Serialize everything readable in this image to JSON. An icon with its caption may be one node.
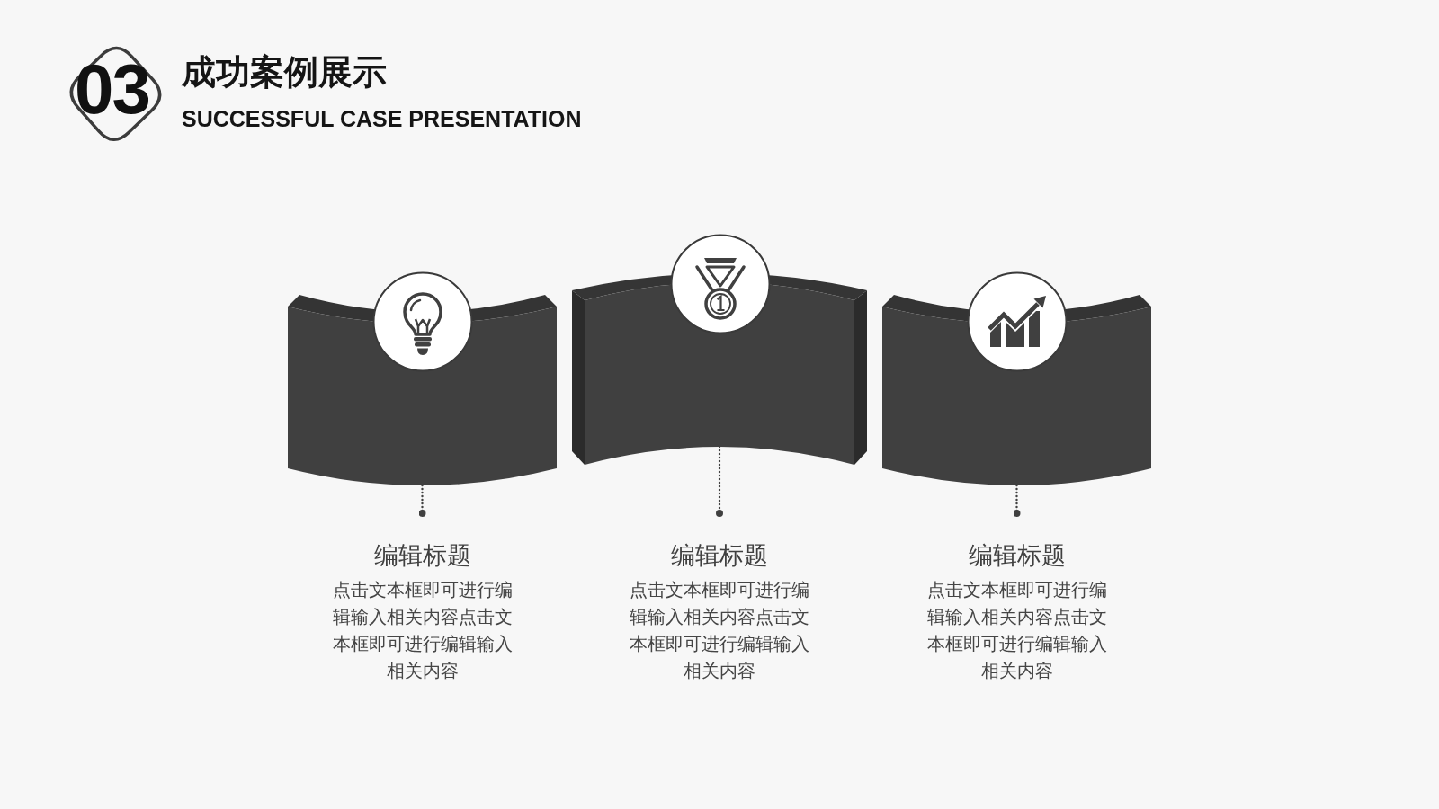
{
  "diagram": {
    "title": "成功案例展示",
    "nodes": [
      {
        "text": [
          "03"
        ]
      },
      {
        "text": [],
        "shape": "box"
      },
      {
        "text": [],
        "shape": "box"
      },
      {
        "text": [],
        "shape": "box"
      },
      {
        "text": [
          "编辑标题",
          "点击文本框即可进行编辑输入相关内容点击文本框即可进行编辑输入相关内容"
        ]
      },
      {
        "text": [
          "编辑标题",
          "点击文本框即可进行编辑输入相关内容点击文本框即可进行编辑输入相关内容"
        ]
      },
      {
        "text": [
          "编辑标题",
          "点击文本框即可进行编辑输入相关内容点击文本框即可进行编辑输入相关内容"
        ]
      }
    ],
    "edges": [
      {
        "from": 1,
        "to": 4,
        "arrow": "other",
        "style": "dashed"
      },
      {
        "from": 2,
        "to": 5,
        "arrow": "other",
        "style": "dashed"
      },
      {
        "from": 3,
        "to": 6,
        "arrow": "other",
        "style": "dashed"
      }
    ],
    "labels": [
      "SUCCESSFUL CASE PRESENTATION"
    ]
  }
}
